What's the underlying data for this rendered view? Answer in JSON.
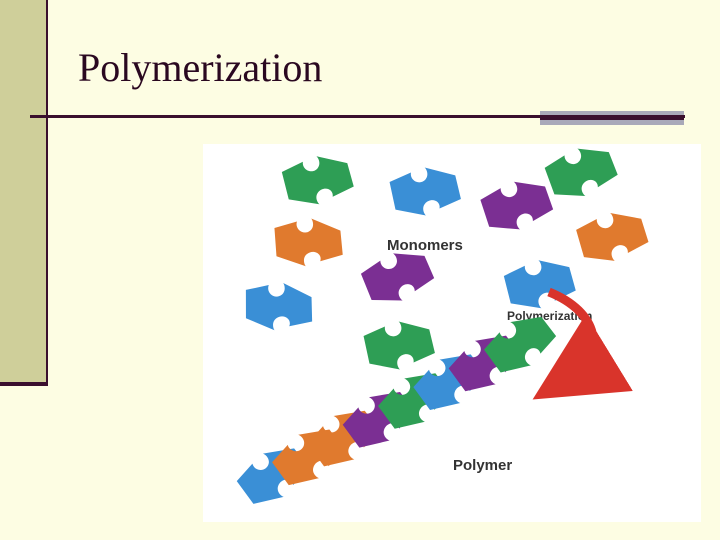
{
  "slide": {
    "title": "Polymerization"
  },
  "figure": {
    "labels": {
      "monomers": "Monomers",
      "polymerization": "Polymerization",
      "polymer": "Polymer"
    },
    "colors": {
      "green": "#2e9e55",
      "blue": "#3a8fd6",
      "purple": "#7b2f93",
      "orange": "#e07a2e",
      "arrow": "#d9342b"
    }
  }
}
